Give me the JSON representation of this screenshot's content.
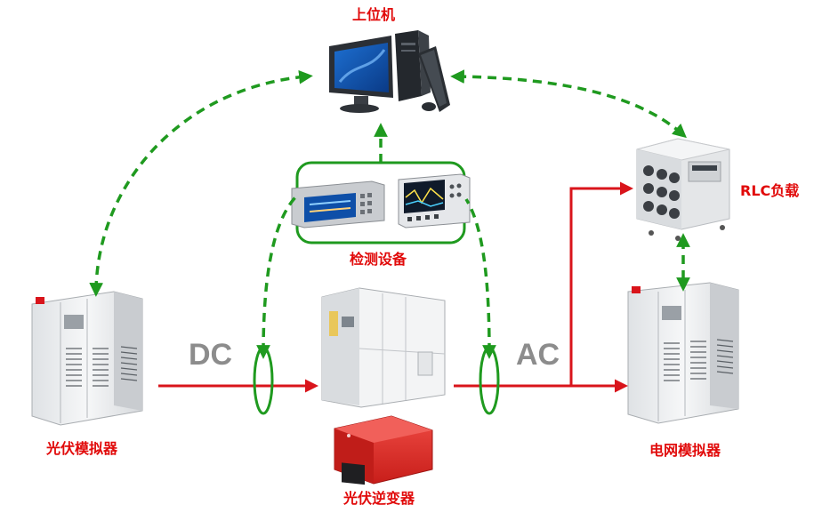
{
  "labels": {
    "host_pc": "上位机",
    "rlc_load": "RLC负载",
    "test_equipment": "检测设备",
    "pv_simulator": "光伏模拟器",
    "pv_inverter": "光伏逆变器",
    "grid_simulator": "电网模拟器",
    "dc": "DC",
    "ac": "AC"
  },
  "colors": {
    "label_red": "#e10a0a",
    "power_line_red": "#d9141b",
    "comm_green": "#1f9a1f",
    "dc_ac_gray": "#8c8c8c",
    "cabinet": "#eef0f2",
    "inverter": "#e3322d"
  },
  "icons": {
    "host_pc": "desktop-computer-icon",
    "rlc_load": "load-bank-icon",
    "power_analyzer": "power-analyzer-icon",
    "oscilloscope": "oscilloscope-icon",
    "pv_simulator": "power-cabinet-icon",
    "grid_simulator": "power-cabinet-icon",
    "inverter_cabinet": "inverter-cabinet-icon",
    "pv_inverter": "string-inverter-icon"
  }
}
